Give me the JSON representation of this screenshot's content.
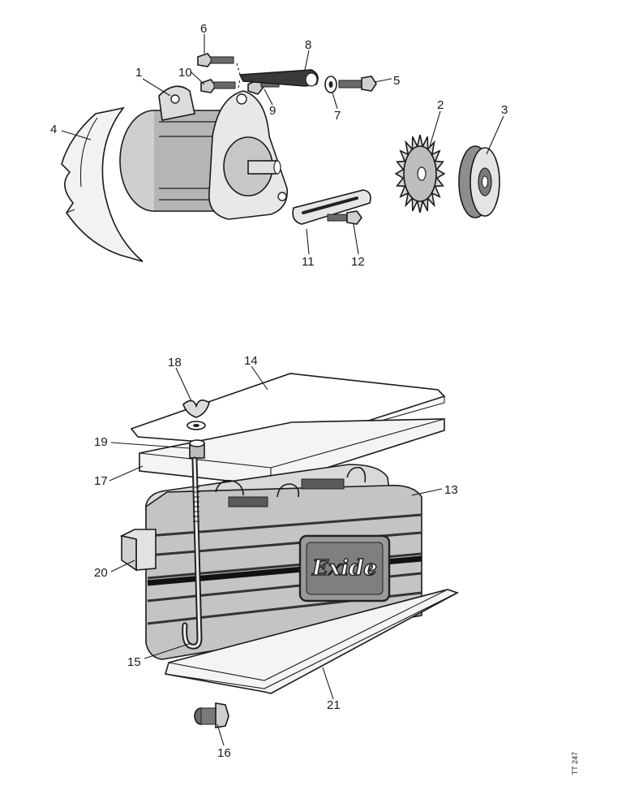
{
  "reference_code": "TT 247",
  "brand_badge": "Exide",
  "callouts": {
    "c1": "1",
    "c2": "2",
    "c3": "3",
    "c4": "4",
    "c5": "5",
    "c6": "6",
    "c7": "7",
    "c8": "8",
    "c9": "9",
    "c10": "10",
    "c11": "11",
    "c12": "12",
    "c13": "13",
    "c14": "14",
    "c15": "15",
    "c16": "16",
    "c17": "17",
    "c18": "18",
    "c19": "19",
    "c20": "20",
    "c21": "21"
  }
}
